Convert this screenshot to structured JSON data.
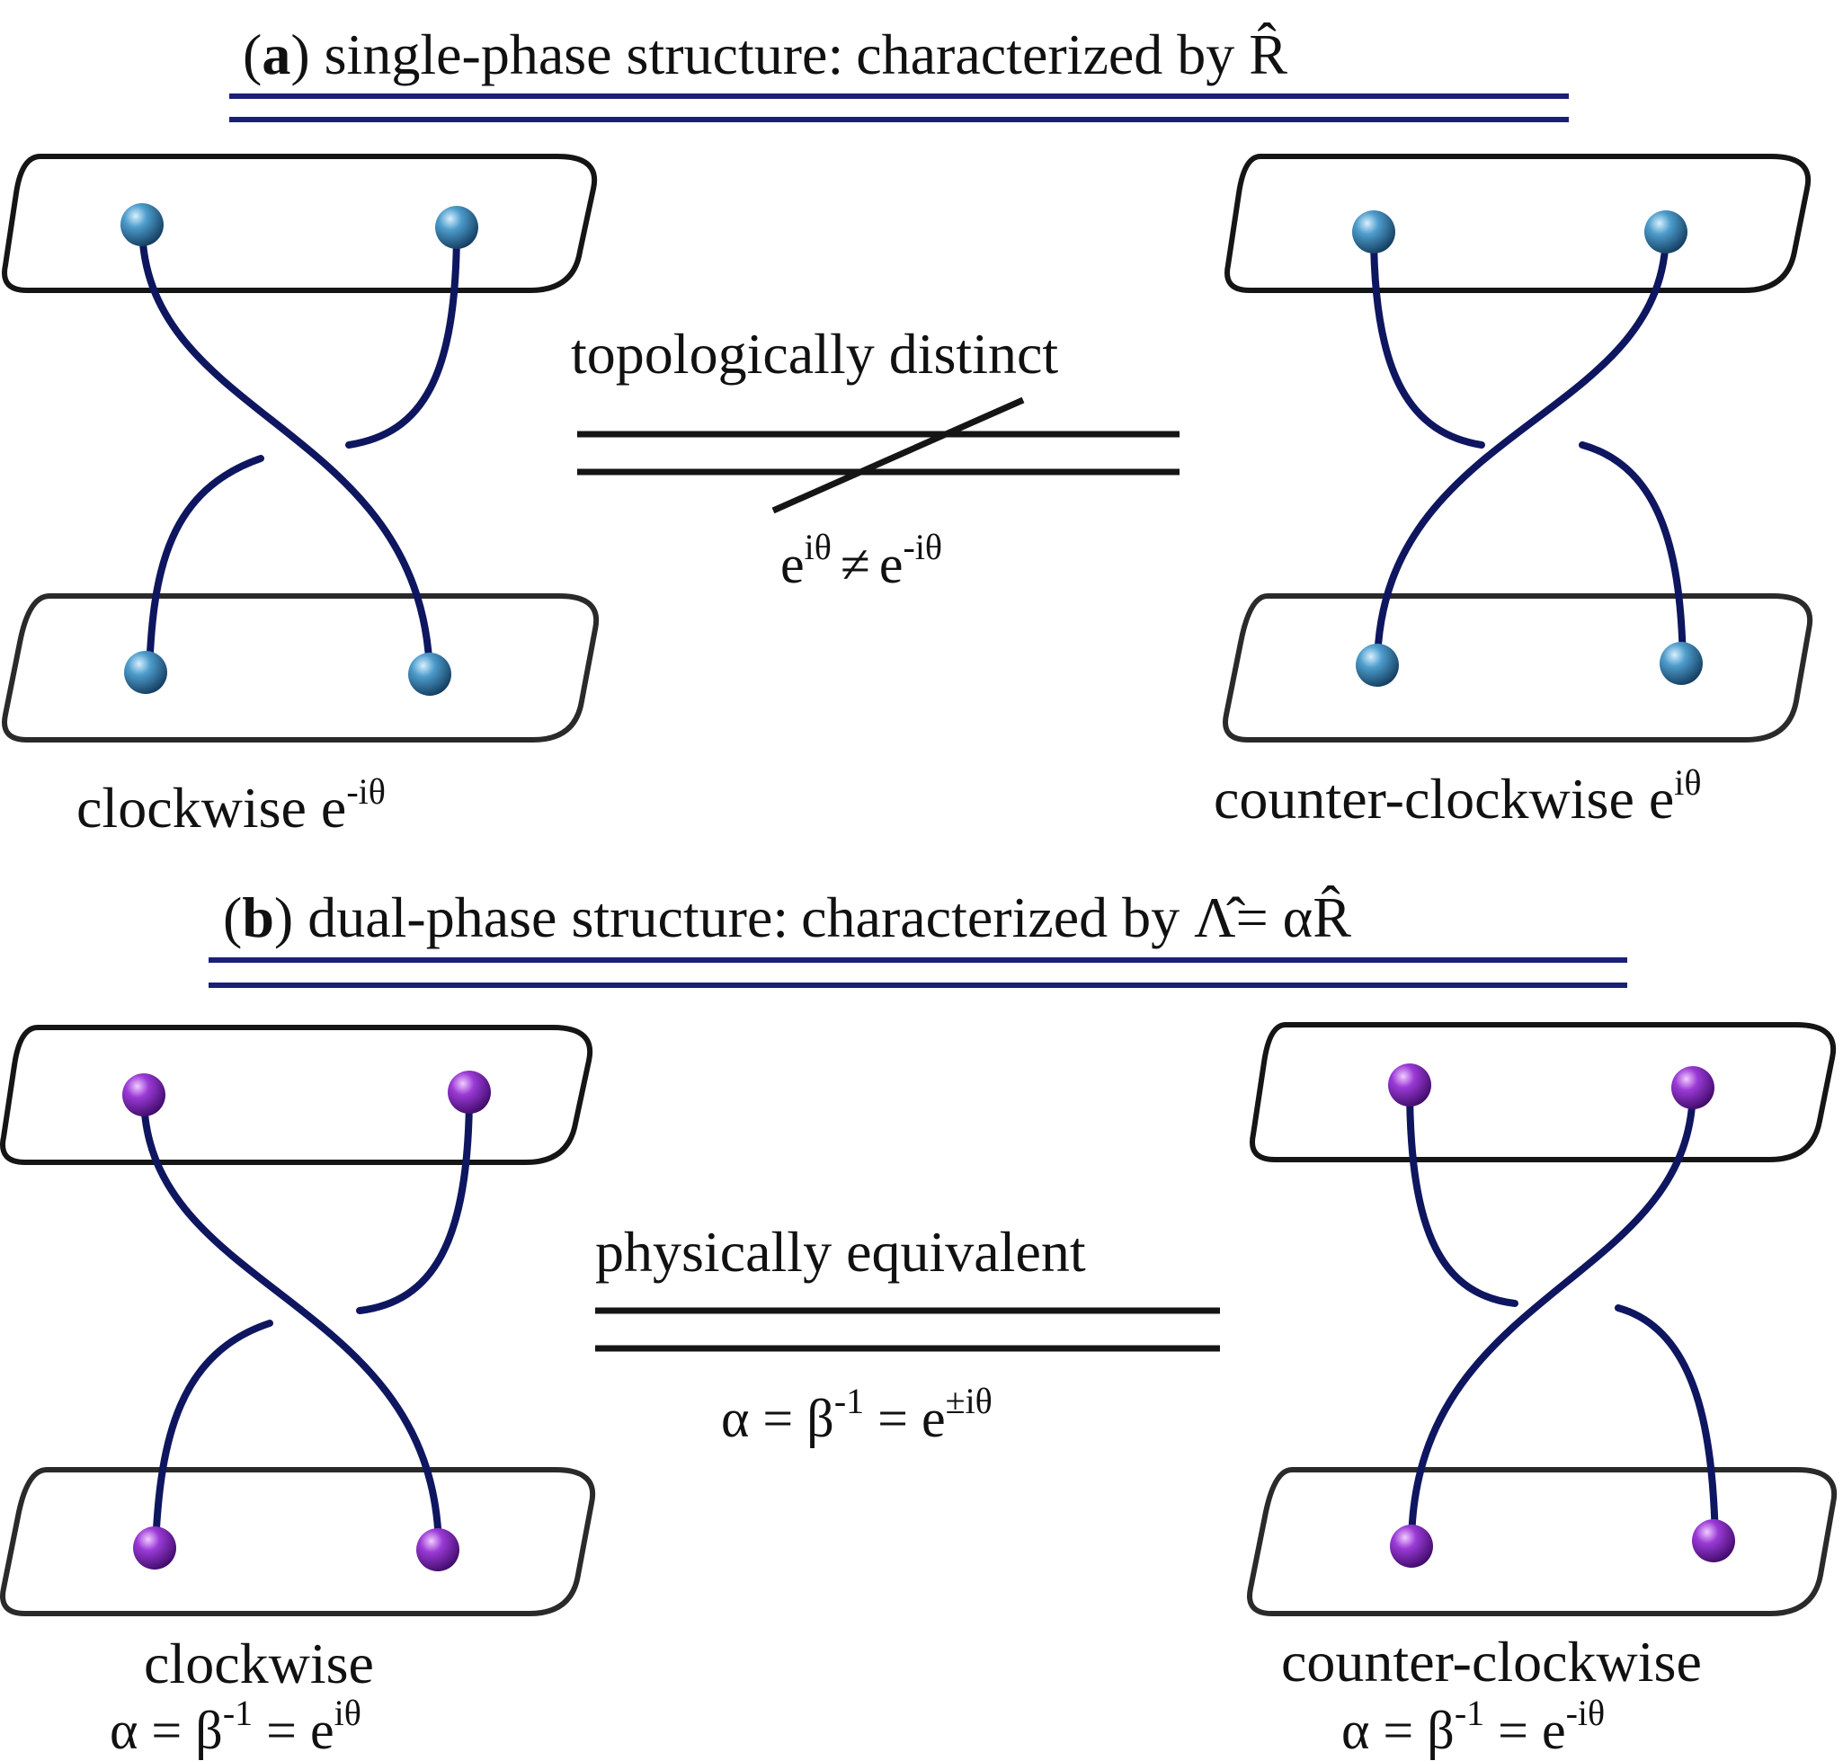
{
  "colors": {
    "strand": "#0f1660",
    "rule": "#1a1f78",
    "frame": "#151515",
    "particle_blue": "#3b86b4",
    "particle_purple": "#9030c8"
  },
  "panel_a": {
    "label": "a",
    "title_text": "single-phase structure",
    "title_sep": ":",
    "title_rest": "characterized by ",
    "title_symbol": "R̂",
    "relation_text": "topologically distinct",
    "relation_symbol": "not-equivalent-slashed-lines",
    "equation": {
      "left_base": "e",
      "left_sup": "iθ",
      "op": "≠",
      "right_base": "e",
      "right_sup": "-iθ"
    },
    "left_caption": {
      "text": "clockwise e",
      "sup": "-iθ"
    },
    "right_caption": {
      "text": "counter-clockwise e",
      "sup": "iθ"
    }
  },
  "panel_b": {
    "label": "b",
    "title_text": "dual-phase structure",
    "title_sep": ":",
    "title_rest": "characterized by ",
    "title_symbol": "Λ̂",
    "title_eq": "= α",
    "title_symbol2": "R̂",
    "relation_text": "physically equivalent",
    "relation_symbol": "equivalent-double-lines",
    "equation": {
      "a": "α = β",
      "a_sup": "-1",
      "b": " = e",
      "b_sup": "±iθ"
    },
    "left_caption": {
      "line1": "clockwise",
      "line2_a": "α = β",
      "line2_a_sup": "-1",
      "line2_b": " = e",
      "line2_b_sup": "iθ"
    },
    "right_caption": {
      "line1": "counter-clockwise",
      "line2_a": "α = β",
      "line2_a_sup": "-1",
      "line2_b": " = e",
      "line2_b_sup": "-iθ"
    }
  }
}
